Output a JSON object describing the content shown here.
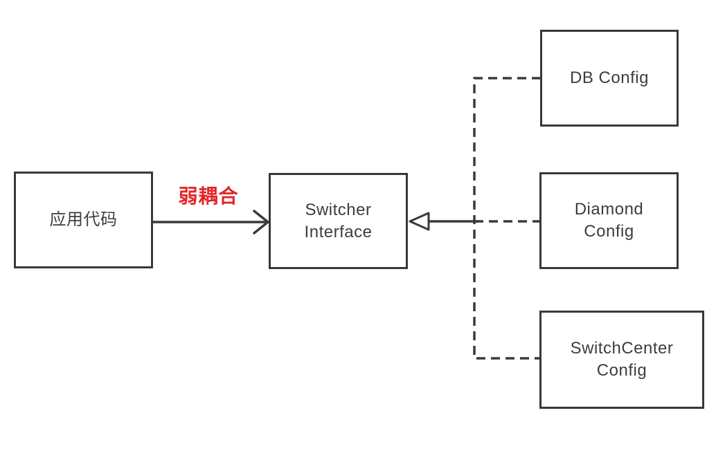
{
  "nodes": {
    "app_code": {
      "label": "应用代码"
    },
    "switcher_interface": {
      "label": "Switcher\nInterface"
    },
    "db_config": {
      "label": "DB Config"
    },
    "diamond_config": {
      "label": "Diamond\nConfig"
    },
    "switchcenter_config": {
      "label": "SwitchCenter\nConfig"
    }
  },
  "edges": {
    "weak_coupling": {
      "label": "弱耦合"
    }
  },
  "colors": {
    "line": "#3a3a3a",
    "box_border": "#383838",
    "text": "#3d3d3d",
    "accent_red": "#e4252a",
    "background": "#ffffff"
  }
}
